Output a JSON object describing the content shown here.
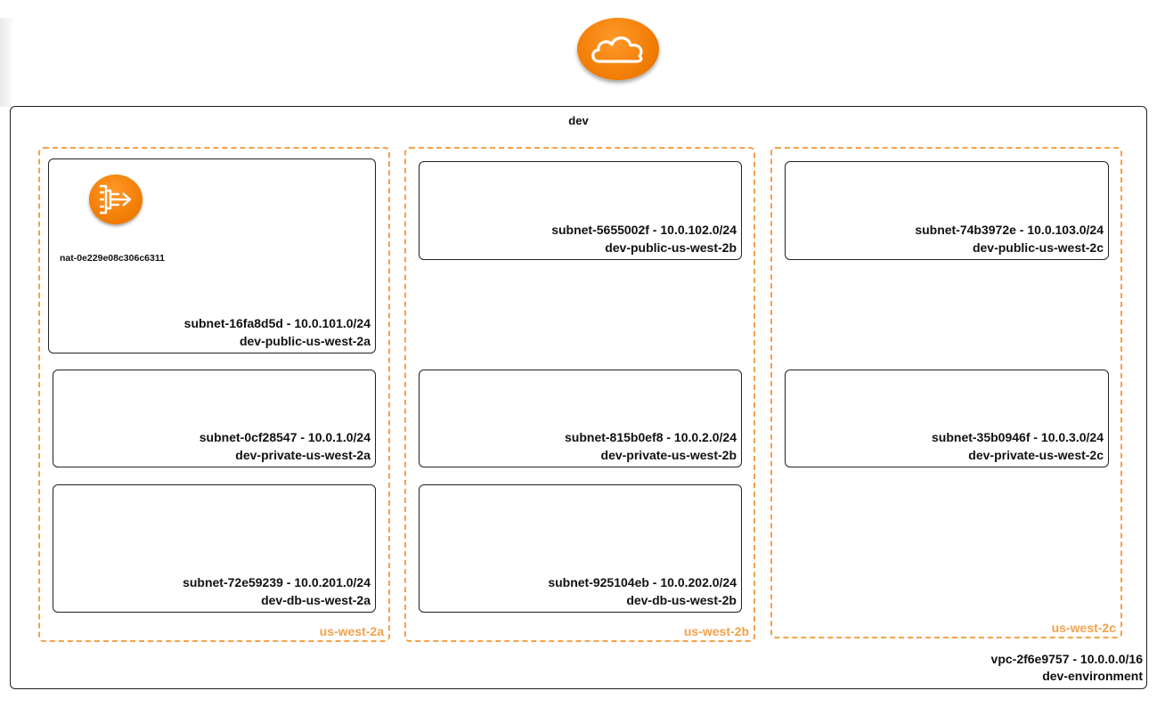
{
  "internet_gateway": {
    "icon": "cloud-icon"
  },
  "vpc": {
    "title": "dev",
    "id_cidr": "vpc-2f6e9757 - 10.0.0.0/16",
    "name": "dev-environment"
  },
  "azs": [
    {
      "label": "us-west-2a"
    },
    {
      "label": "us-west-2b"
    },
    {
      "label": "us-west-2c"
    }
  ],
  "nat": {
    "label": "nat-0e229e08c306c6311",
    "icon": "nat-gateway-icon"
  },
  "subnets": {
    "a_public": {
      "id_cidr": "subnet-16fa8d5d - 10.0.101.0/24",
      "name": "dev-public-us-west-2a"
    },
    "a_private": {
      "id_cidr": "subnet-0cf28547 - 10.0.1.0/24",
      "name": "dev-private-us-west-2a"
    },
    "a_db": {
      "id_cidr": "subnet-72e59239 - 10.0.201.0/24",
      "name": "dev-db-us-west-2a"
    },
    "b_public": {
      "id_cidr": "subnet-5655002f - 10.0.102.0/24",
      "name": "dev-public-us-west-2b"
    },
    "b_private": {
      "id_cidr": "subnet-815b0ef8 - 10.0.2.0/24",
      "name": "dev-private-us-west-2b"
    },
    "b_db": {
      "id_cidr": "subnet-925104eb - 10.0.202.0/24",
      "name": "dev-db-us-west-2b"
    },
    "c_public": {
      "id_cidr": "subnet-74b3972e - 10.0.103.0/24",
      "name": "dev-public-us-west-2c"
    },
    "c_private": {
      "id_cidr": "subnet-35b0946f - 10.0.3.0/24",
      "name": "dev-private-us-west-2c"
    }
  },
  "colors": {
    "accent": "#f07a00",
    "az_border": "#f5a14a"
  }
}
